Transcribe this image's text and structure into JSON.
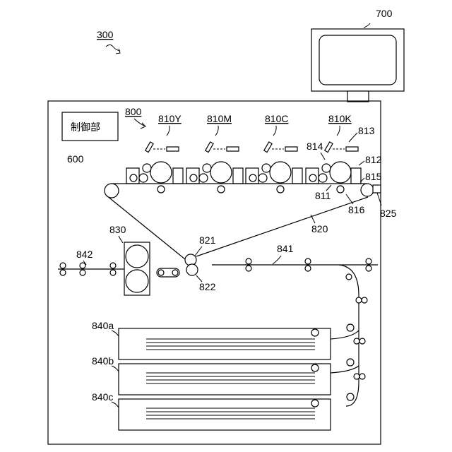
{
  "labels": {
    "system": "300",
    "monitor": "700",
    "apparatus": "800",
    "controller_text": "制御部",
    "controller": "600",
    "unit_y": "810Y",
    "unit_m": "810M",
    "unit_c": "810C",
    "unit_k": "810K",
    "exposure": "813",
    "developer": "814",
    "cleaner": "812",
    "charger": "815",
    "drum": "811",
    "primary_transfer": "816",
    "belt": "820",
    "sensor": "825",
    "fixing": "830",
    "drive_roller": "821",
    "secondary_transfer": "822",
    "discharge_path": "842",
    "feed_path": "841",
    "tray_a": "840a",
    "tray_b": "840b",
    "tray_c": "840c"
  }
}
